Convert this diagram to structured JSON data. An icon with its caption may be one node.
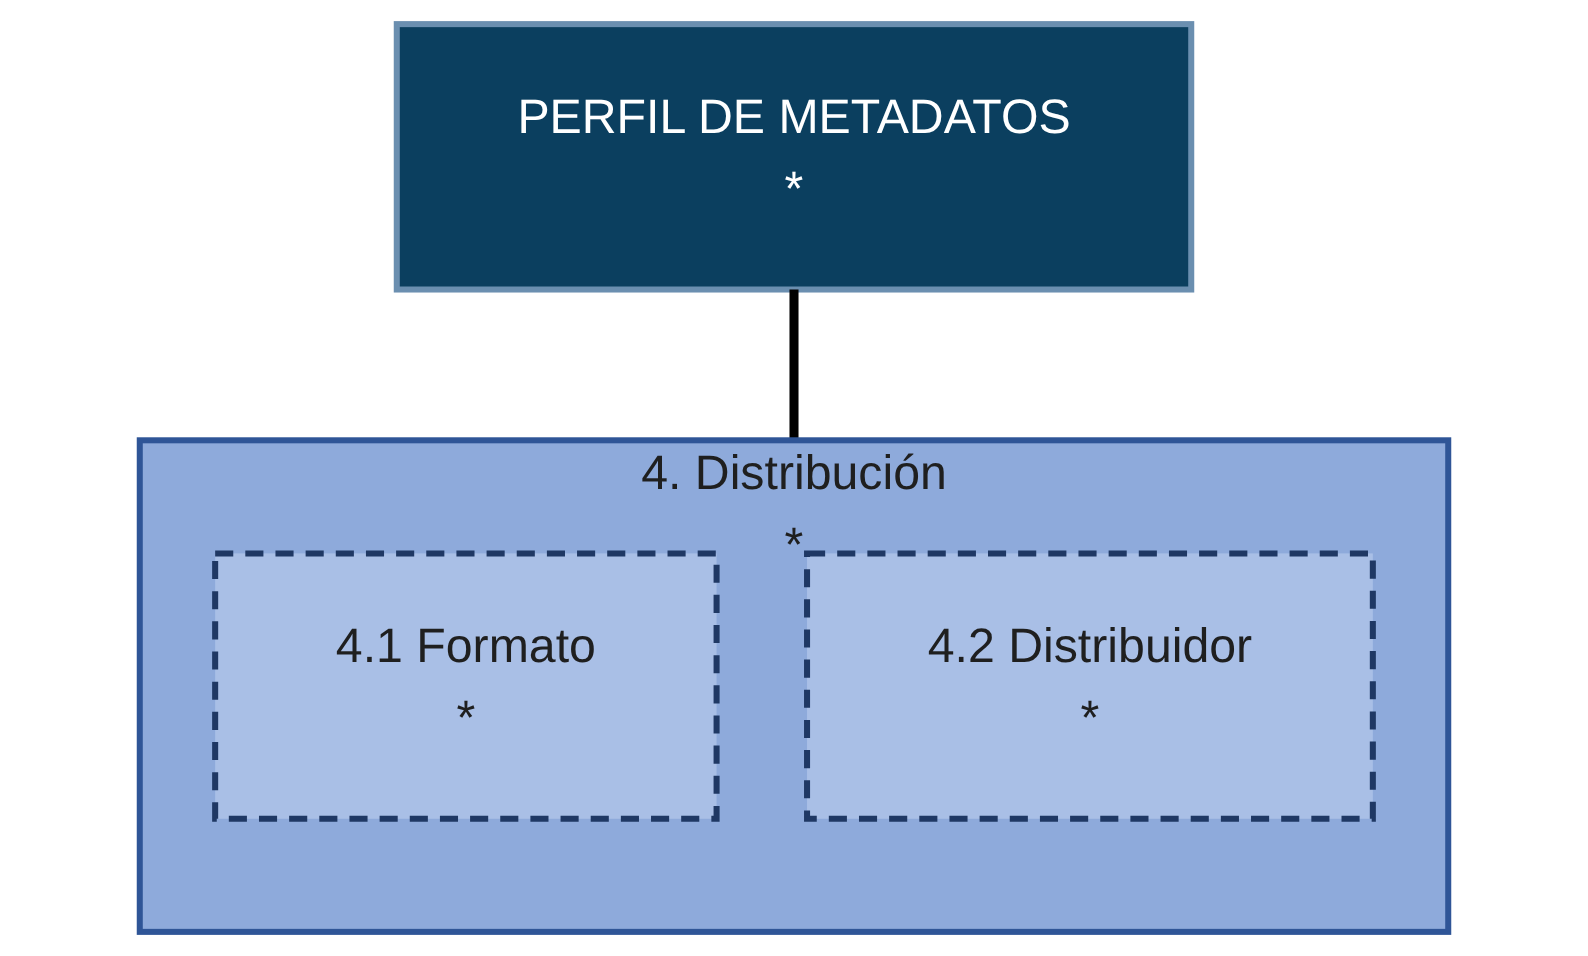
{
  "diagram": {
    "nodes": [
      {
        "text": [
          "PERFIL DE METADATOS",
          "*"
        ]
      },
      {
        "text": [
          "4. Distribución",
          "*"
        ]
      },
      {
        "text": [
          "4.1 Formato",
          "*"
        ],
        "in": 1
      },
      {
        "text": [
          "4.2 Distribuidor",
          "*"
        ],
        "in": 1
      }
    ],
    "edges": [
      {
        "from": 0,
        "to": 1,
        "arrow": "none"
      }
    ]
  }
}
